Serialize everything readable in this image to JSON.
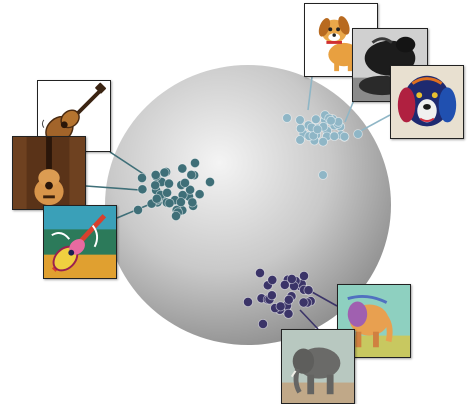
{
  "figure": {
    "background_color": "#ffffff",
    "embedding_space": {
      "shape": "circle",
      "gradient_light": "#f4f4f4",
      "gradient_dark": "#8c8c8c"
    },
    "clusters": [
      {
        "name": "guitars",
        "color": "#3f6f78",
        "images": [
          "cartoon-guitar-image",
          "acoustic-guitar-photo-image",
          "painted-guitar-artwork-image"
        ]
      },
      {
        "name": "dogs",
        "color": "#8fb6c6",
        "images": [
          "cartoon-puppy-image",
          "black-dog-photo-image",
          "painted-dog-artwork-image"
        ]
      },
      {
        "name": "elephants",
        "color": "#3b3468",
        "images": [
          "painted-elephant-artwork-image",
          "elephant-photo-image"
        ]
      }
    ]
  }
}
